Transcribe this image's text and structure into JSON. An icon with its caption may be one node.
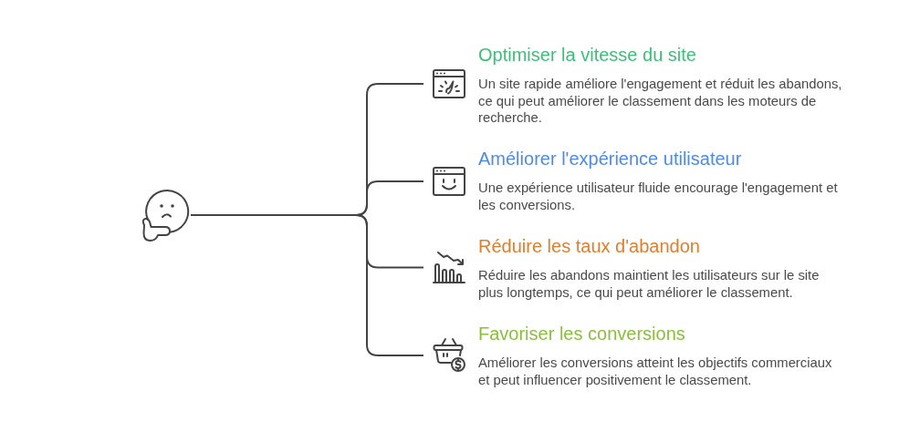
{
  "diagram": {
    "nodes": [
      {
        "text": [],
        "shape": "picture"
      },
      {
        "text": [
          "Optimiser la vitesse du site",
          "Un site rapide améliore l'engagement et réduit les abandons, ce qui peut améliorer le classement dans les moteurs de recherche."
        ]
      },
      {
        "text": [
          "Améliorer l'expérience utilisateur",
          "Une expérience utilisateur fluide encourage l'engagement et les conversions."
        ]
      },
      {
        "text": [
          "Réduire les taux d'abandon",
          "Réduire les abandons maintient les utilisateurs sur le site plus longtemps, ce qui peut améliorer le classement."
        ]
      },
      {
        "text": [
          "Favoriser les conversions",
          "Améliorer les conversions atteint les objectifs commerciaux et peut influencer positivement le classement."
        ]
      }
    ],
    "edges": [
      {
        "from": 0,
        "to": 1,
        "arrow": "none"
      },
      {
        "from": 0,
        "to": 2,
        "arrow": "none"
      },
      {
        "from": 0,
        "to": 3,
        "arrow": "none"
      },
      {
        "from": 0,
        "to": 4,
        "arrow": "none"
      }
    ]
  }
}
